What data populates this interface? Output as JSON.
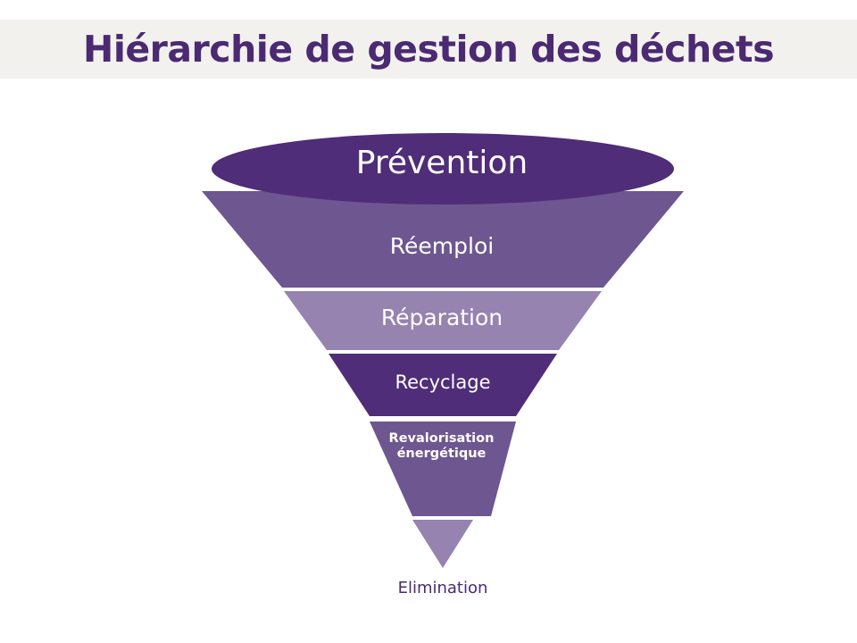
{
  "title": "Hiérarchie de gestion des déchets",
  "levels": [
    {
      "label": "Prévention",
      "color": "#4f2d78"
    },
    {
      "label": "Réemploi",
      "color": "#6e5690"
    },
    {
      "label": "Réparation",
      "color": "#9683b0"
    },
    {
      "label": "Recyclage",
      "color": "#4f2d78"
    },
    {
      "label": "Revalorisation énergétique",
      "color": "#6e5690"
    },
    {
      "label": "Elimination",
      "color": "#9683b0"
    }
  ]
}
